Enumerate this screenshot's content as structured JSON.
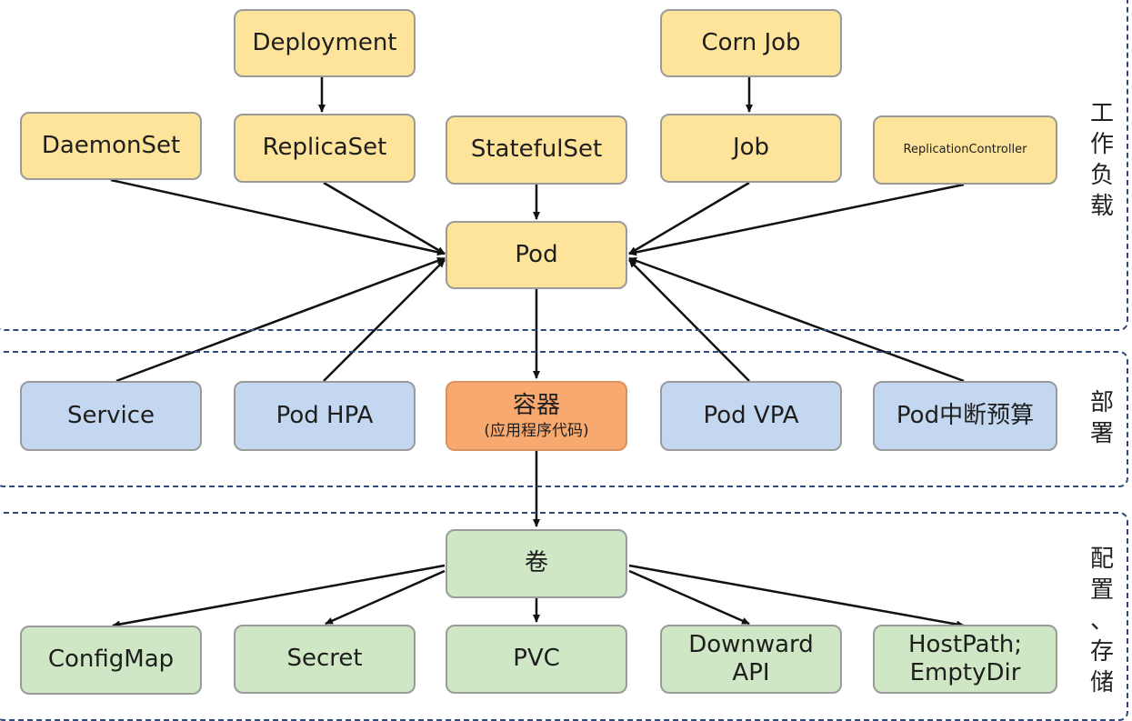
{
  "colors": {
    "workload_fill": "#fde49a",
    "deploy_fill": "#c3d8f0",
    "container_fill": "#f7a96f",
    "storage_fill": "#cfe7c4",
    "frame_line": "#2f4a7a",
    "arrow": "#111111"
  },
  "sections": {
    "workloads_label": "工\n作\n负\n载",
    "deploy_label": "部\n署",
    "storage_label": "配\n置\n、\n存\n储"
  },
  "nodes": {
    "deployment": "Deployment",
    "cron_job": "Corn Job",
    "daemonset": "DaemonSet",
    "replicaset": "ReplicaSet",
    "statefulset": "StatefulSet",
    "job": "Job",
    "replication_controller": "ReplicationController",
    "pod": "Pod",
    "service": "Service",
    "pod_hpa": "Pod HPA",
    "container": "容器",
    "container_sub": "(应用程序代码)",
    "pod_vpa": "Pod VPA",
    "pod_disruption_budget": "Pod中断预算",
    "volume": "卷",
    "configmap": "ConfigMap",
    "secret": "Secret",
    "pvc": "PVC",
    "downward_api_1": "Downward",
    "downward_api_2": "API",
    "hostpath_1": "HostPath;",
    "hostpath_2": "EmptyDir"
  }
}
